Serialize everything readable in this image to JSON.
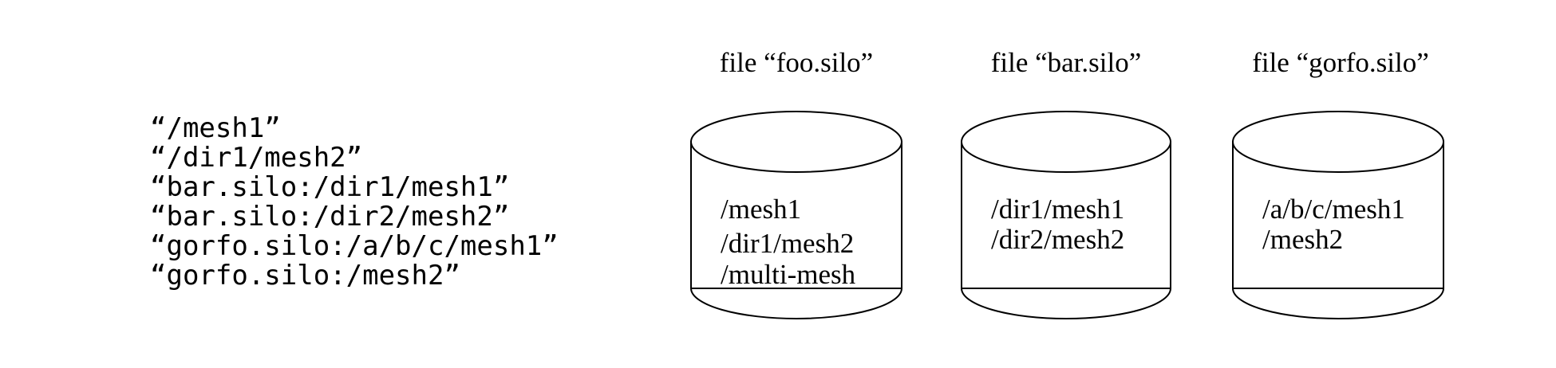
{
  "paths": [
    "“/mesh1”",
    "“/dir1/mesh2”",
    "“bar.silo:/dir1/mesh1”",
    "“bar.silo:/dir2/mesh2”",
    "“gorfo.silo:/a/b/c/mesh1”",
    "“gorfo.silo:/mesh2”"
  ],
  "files": [
    {
      "label": "file “foo.silo”",
      "entries": [
        "/mesh1",
        "/dir1/mesh2",
        "/multi-mesh"
      ]
    },
    {
      "label": "file “bar.silo”",
      "entries": [
        "/dir1/mesh1",
        "/dir2/mesh2"
      ]
    },
    {
      "label": "file “gorfo.silo”",
      "entries": [
        "/a/b/c/mesh1",
        "/mesh2"
      ]
    }
  ]
}
